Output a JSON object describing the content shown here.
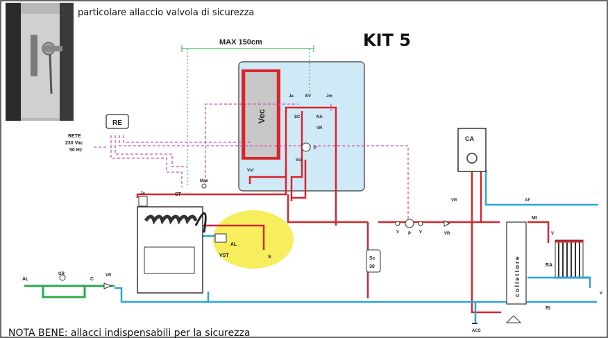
{
  "header": {
    "caption": "particolare allaccio valvola di sicurezza",
    "kit_title": "KIT 5",
    "max_label": "MAX 150cm"
  },
  "footer": {
    "note": "NOTA BENE: allacci indispensabili per la sicurezza"
  },
  "labels": {
    "re": "RE",
    "rete_1": "RETE",
    "rete_2": "230 Vac",
    "rete_3": "50 Hz",
    "vec": "Vec",
    "ja_top": "Ja",
    "ev": "EV",
    "jm": "Jm",
    "sc": "SC",
    "na": "NA",
    "vr_top": "VR",
    "p_top": "P",
    "vsf": "Vsf",
    "vsr": "Vsr",
    "st": "ST",
    "man": "Man",
    "ja_boiler": "Ja",
    "al_right": "AL",
    "vst": "VST",
    "s": "S",
    "sc_box_1": "Sc",
    "sc_box_2": "30",
    "al_left": "AL",
    "gr": "GR",
    "c": "C",
    "vr_left": "VR",
    "v1": "V",
    "p_mid": "P",
    "v2": "V",
    "vr_mid": "VR",
    "collettore": "collettore",
    "ca": "CA",
    "vr_ca": "VR",
    "af": "AF",
    "mi": "MI",
    "v_ra_top": "V",
    "ra": "RA",
    "v_ra_bot": "V",
    "ri": "RI",
    "acs": "ACS"
  },
  "colors": {
    "red": "#d9242a",
    "blue": "#2aa3d8",
    "green": "#2aa84a",
    "magenta": "#d64fb0",
    "panel": "#cfe9f6",
    "highlight": "#f5ec4a"
  }
}
